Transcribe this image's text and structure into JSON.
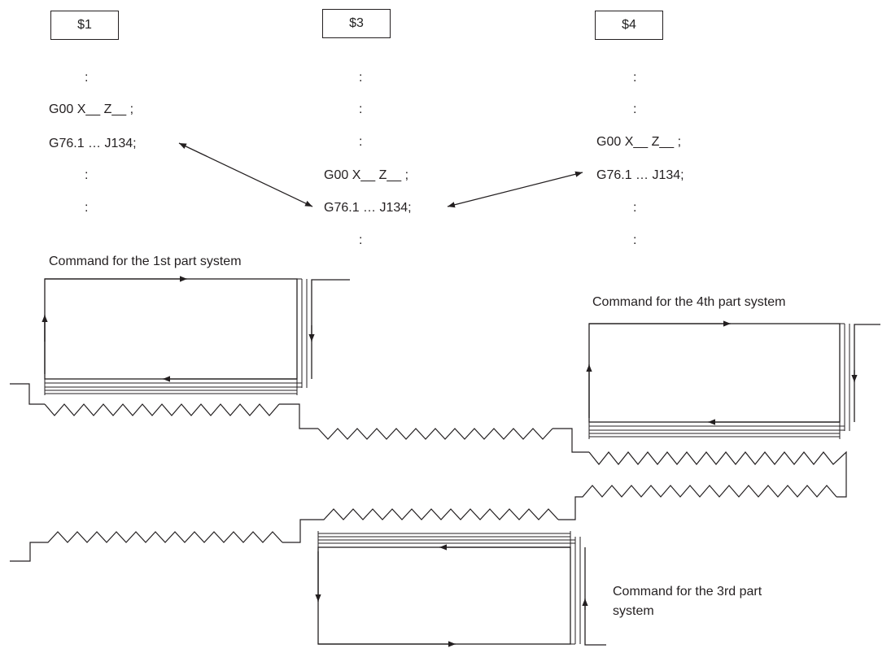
{
  "columns": [
    {
      "header": "$1",
      "lines": [
        ":",
        "G00 X__ Z__ ;",
        "G76.1 … J134;",
        ":",
        ":"
      ]
    },
    {
      "header": "$3",
      "lines": [
        ":",
        ":",
        ":",
        "G00 X__ Z__ ;",
        "G76.1 … J134;",
        ":"
      ]
    },
    {
      "header": "$4",
      "lines": [
        ":",
        ":",
        "G00 X__ Z__ ;",
        "G76.1 … J134;",
        ":",
        ":"
      ]
    }
  ],
  "captions": {
    "part1": "Command for the 1st part system",
    "part4": "Command for the 4th part system",
    "part3_line1": "Command for the 3rd part",
    "part3_line2": "system"
  }
}
